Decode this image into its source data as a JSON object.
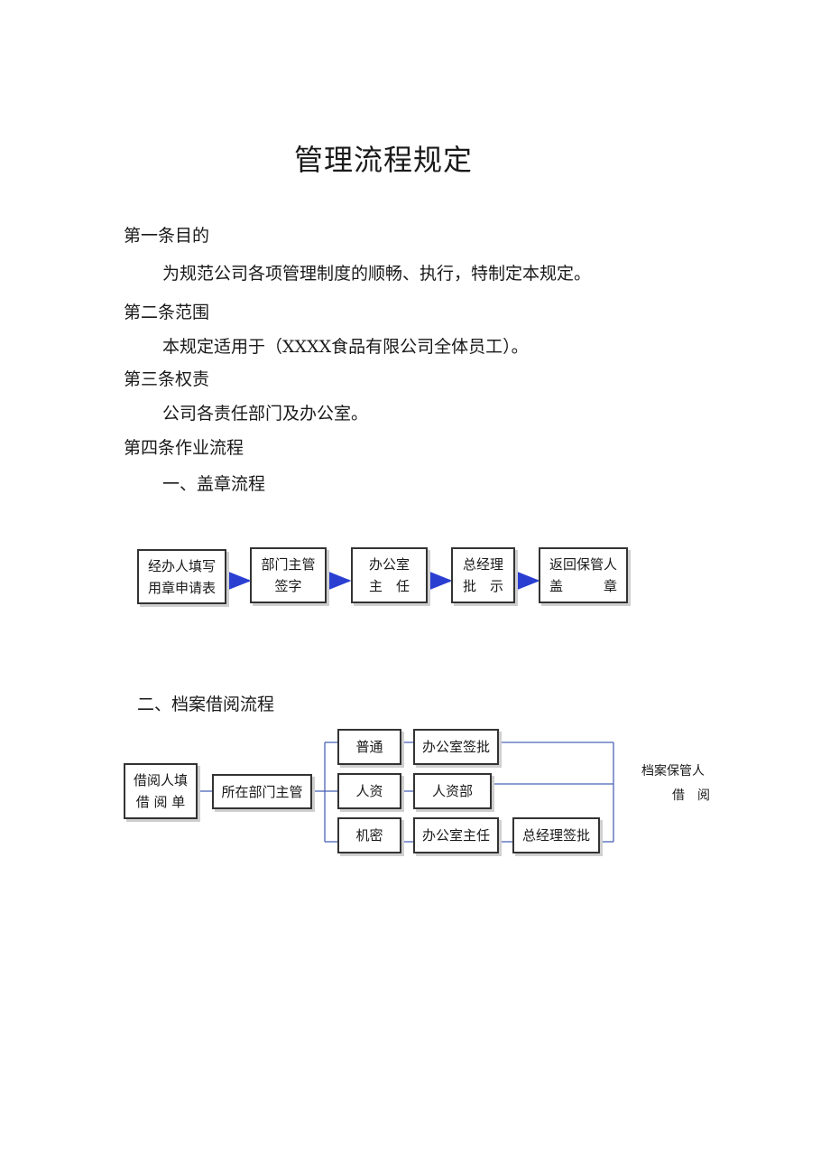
{
  "title": "管理流程规定",
  "sections": {
    "s1_heading": "第一条目的",
    "s1_body": "为规范公司各项管理制度的顺畅、执行，特制定本规定。",
    "s2_heading": "第二条范围",
    "s2_body": "本规定适用于（XXXX食品有限公司全体员工）。",
    "s3_heading": "第三条权责",
    "s3_body": "公司各责任部门及办公室。",
    "s4_heading": "第四条作业流程"
  },
  "flow1": {
    "heading": "一、盖章流程",
    "steps": [
      {
        "line1": "经办人填写",
        "line2": "用章申请表"
      },
      {
        "line1": "部门主管",
        "line2": "签字"
      },
      {
        "line1": "办公室",
        "line2": "主　任"
      },
      {
        "line1": "总经理",
        "line2": "批　示"
      },
      {
        "line1": "返回保管人",
        "line2": "盖　　　章"
      }
    ]
  },
  "flow2": {
    "heading": "二、档案借阅流程",
    "start": {
      "line1": "借阅人填",
      "line2": "借 阅 单"
    },
    "dept": "所在部门主管",
    "rows": [
      {
        "type": "普通",
        "approvals": [
          "办公室签批"
        ]
      },
      {
        "type": "人资",
        "approvals": [
          "人资部"
        ]
      },
      {
        "type": "机密",
        "approvals": [
          "办公室主任",
          "总经理签批"
        ]
      }
    ],
    "end_line1": "档案保管人",
    "end_line2": "借　阅"
  }
}
